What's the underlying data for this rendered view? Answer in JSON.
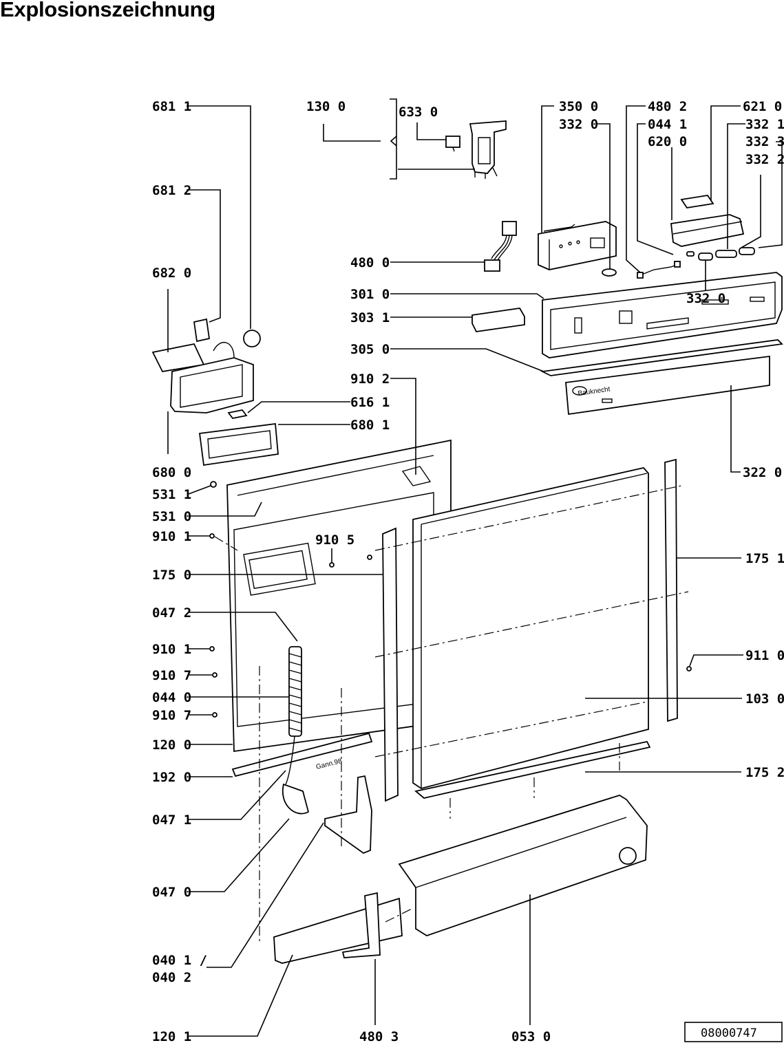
{
  "title": "Explosionszeichnung",
  "drawing_number": "08000747",
  "stamp_text": "Gann.98",
  "brand_text": "Bauknecht",
  "labels": {
    "l6811": "681 1",
    "l1300": "130 0",
    "l6330": "633 0",
    "l3500": "350 0",
    "l3320a": "332 0",
    "l4802": "480 2",
    "l0441": "044 1",
    "l6200": "620 0",
    "l6210": "621 0",
    "l3321": "332 1",
    "l3323": "332 3",
    "l3322": "332 2",
    "l6812": "681 2",
    "l4800": "480 0",
    "l6820": "682 0",
    "l3010": "301 0",
    "l3031": "303 1",
    "l3320b": "332 0",
    "l3050": "305 0",
    "l9102": "910 2",
    "l6161": "616 1",
    "l6801": "680 1",
    "l6800": "680 0",
    "l3220": "322 0",
    "l5311": "531 1",
    "l5310": "531 0",
    "l9101a": "910 1",
    "l9105": "910 5",
    "l1751": "175 1",
    "l1750": "175 0",
    "l0472": "047 2",
    "l9101b": "910 1",
    "l9110": "911 0",
    "l9107a": "910 7",
    "l0440": "044 0",
    "l1030": "103 0",
    "l9107b": "910 7",
    "l1200": "120 0",
    "l1920": "192 0",
    "l1752": "175 2",
    "l0471": "047 1",
    "l0470": "047 0",
    "l0401": "040 1 /",
    "l0402": "040 2",
    "l1201": "120 1",
    "l4803": "480 3",
    "l0530": "053 0"
  }
}
